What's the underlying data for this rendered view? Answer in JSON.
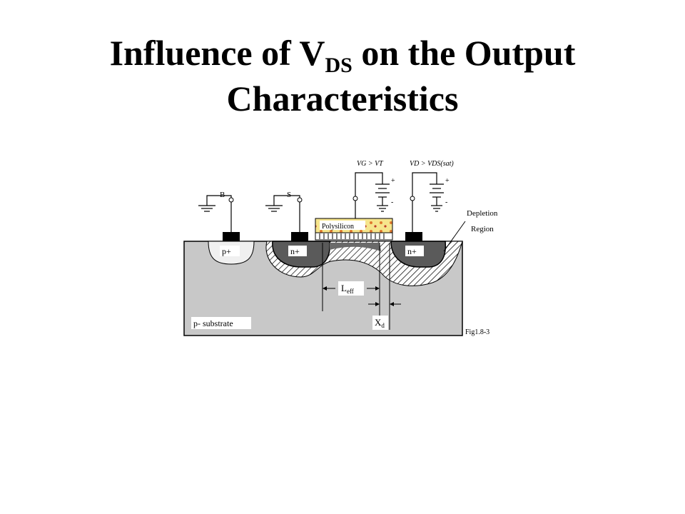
{
  "slide": {
    "title_part1": "Influence of V",
    "title_sub": "DS",
    "title_part2": " on the Output",
    "title_line2": "Characteristics"
  },
  "figure": {
    "terminal_b": "B",
    "terminal_s": "S",
    "gate_bias": "VG > VT",
    "drain_bias": "VD > VDS(sat)",
    "polysilicon": "Polysilicon",
    "depletion_line1": "Depletion",
    "depletion_line2": "Region",
    "p_plus": "p+",
    "n_plus_source": "n+",
    "n_plus_drain": "n+",
    "l_eff_main": "L",
    "l_eff_sub": "eff",
    "x_d_main": "X",
    "x_d_sub": "d",
    "substrate": "p- substrate",
    "fig_label": "Fig1.8-3",
    "battery_plus": "+",
    "battery_minus": "-"
  }
}
